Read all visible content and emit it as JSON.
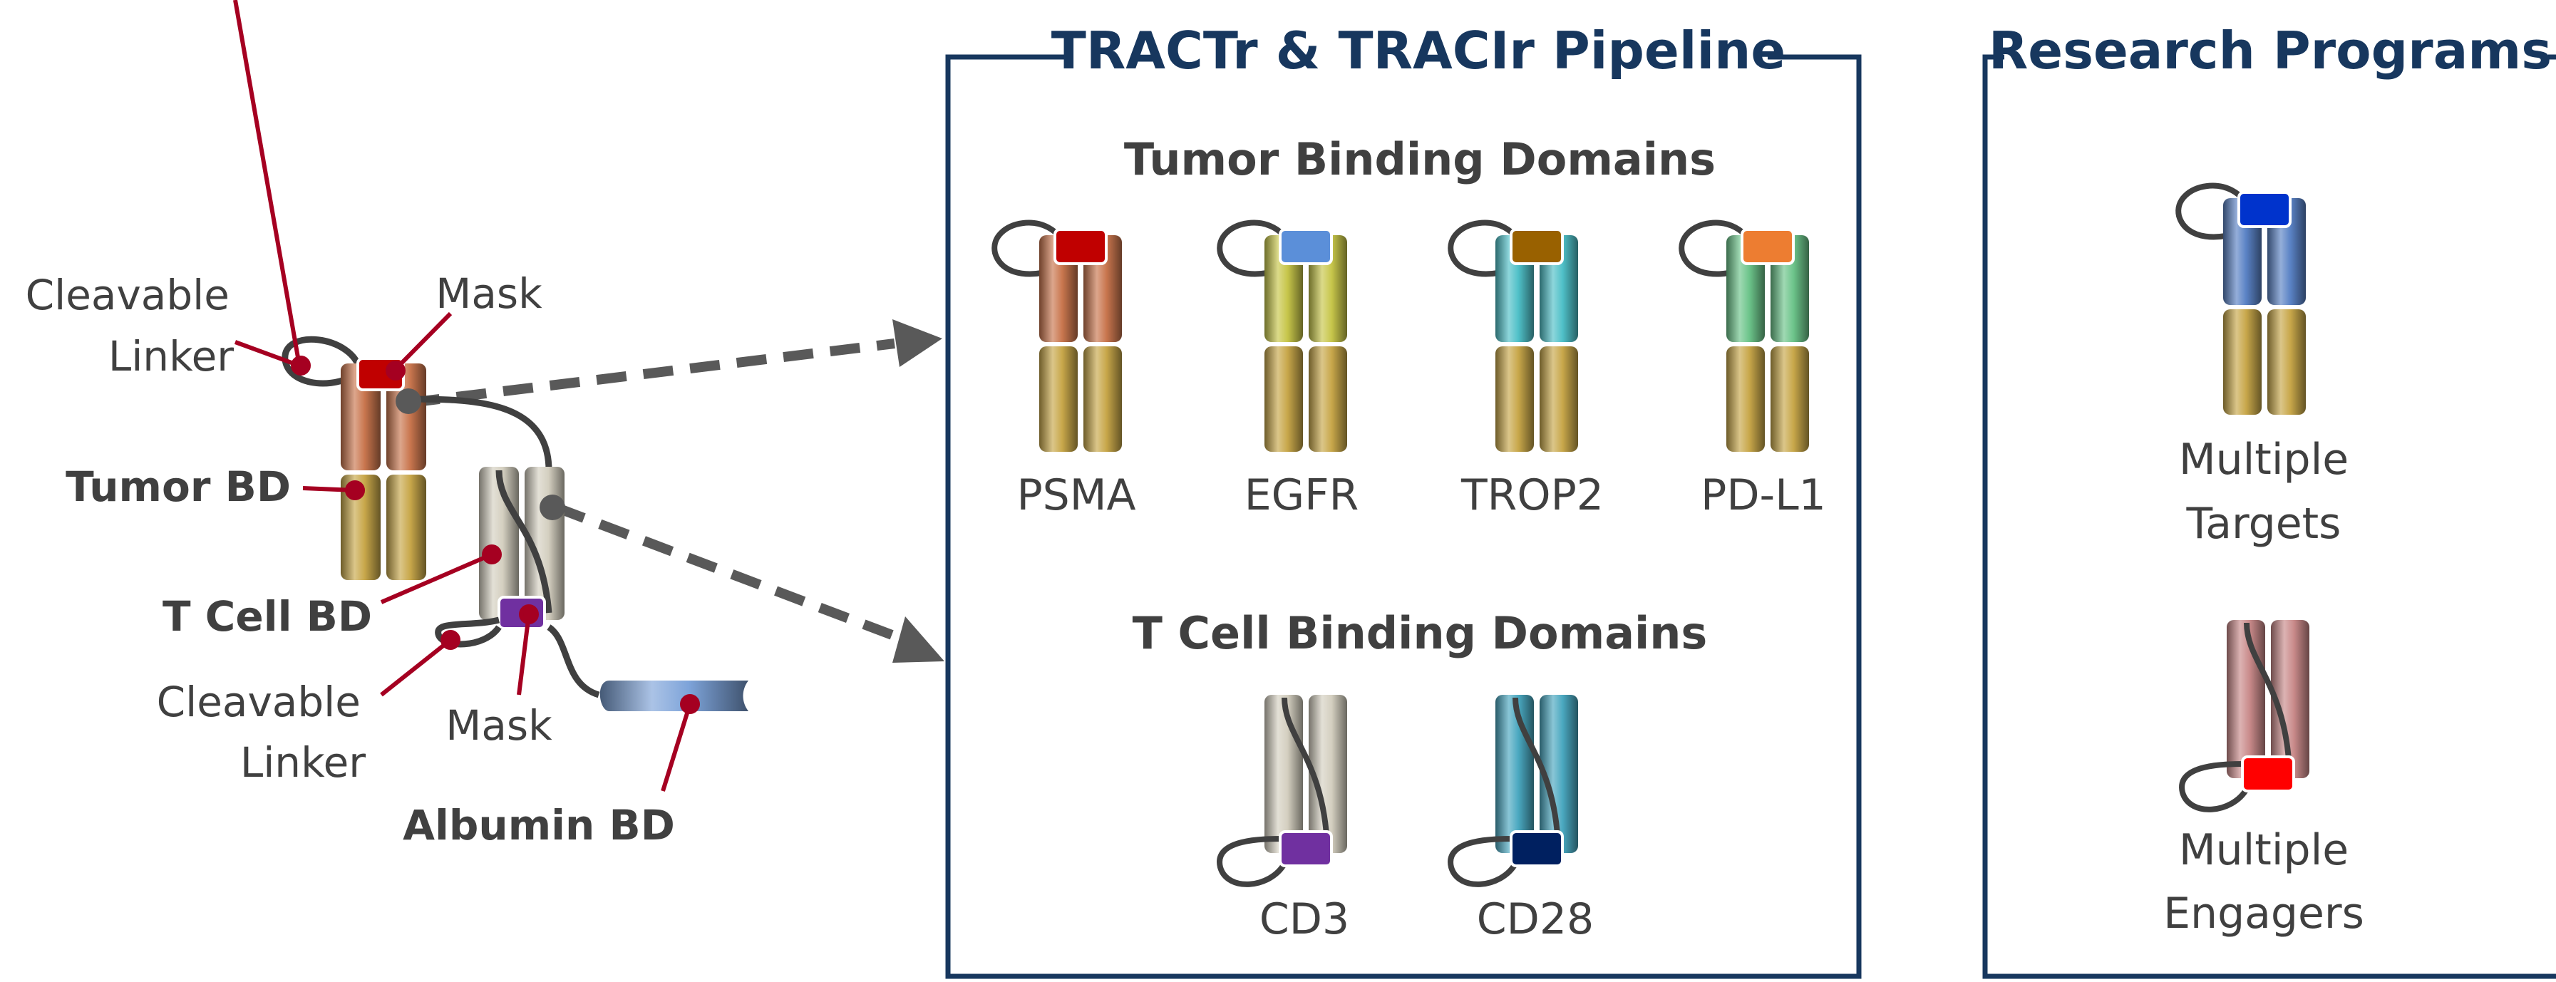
{
  "colors": {
    "frame": "#17375e",
    "title": "#17375e",
    "text": "#404040",
    "pointer": "#a50021",
    "arrow": "#595959",
    "gold": "#c8a74a",
    "tumor_copper": "#c9764e",
    "tcell_beige": "#d4cfc0",
    "albumin_blue": "#7da3d9"
  },
  "molecule": {
    "labels": {
      "cleavable_linker_top": [
        "Cleavable",
        "Linker"
      ],
      "mask_top": "Mask",
      "tumor_bd": "Tumor BD",
      "tcell_bd": "T Cell BD",
      "cleavable_linker_bottom": [
        "Cleavable",
        "Linker"
      ],
      "mask_bottom": "Mask",
      "albumin_bd": "Albumin BD"
    },
    "mask_colors": {
      "tumor": "#c00000",
      "tcell": "#7030a0"
    }
  },
  "pipeline": {
    "title": "TRACTr & TRACIr Pipeline",
    "tumor_section_title": "Tumor Binding Domains",
    "tumor_domains": [
      {
        "name": "PSMA",
        "color": "#c9764e",
        "mask": "#c00000"
      },
      {
        "name": "EGFR",
        "color": "#c7c64a",
        "mask": "#5b8fd9"
      },
      {
        "name": "TROP2",
        "color": "#4fc0c8",
        "mask": "#996100"
      },
      {
        "name": "PD-L1",
        "color": "#6cc48a",
        "mask": "#ed7d31"
      }
    ],
    "tcell_section_title": "T Cell Binding Domains",
    "tcell_domains": [
      {
        "name": "CD3",
        "color": "#d4cfc0",
        "mask": "#7030a0"
      },
      {
        "name": "CD28",
        "color": "#4aa8c0",
        "mask": "#002060"
      }
    ]
  },
  "research": {
    "title": "Research Programs",
    "items": [
      {
        "label": [
          "Multiple",
          "Targets"
        ],
        "color": "#5a82c5",
        "mask": "#0033cc"
      },
      {
        "label": [
          "Multiple",
          "Engagers"
        ],
        "color": "#c98a8a",
        "mask": "#ff0000"
      }
    ]
  }
}
